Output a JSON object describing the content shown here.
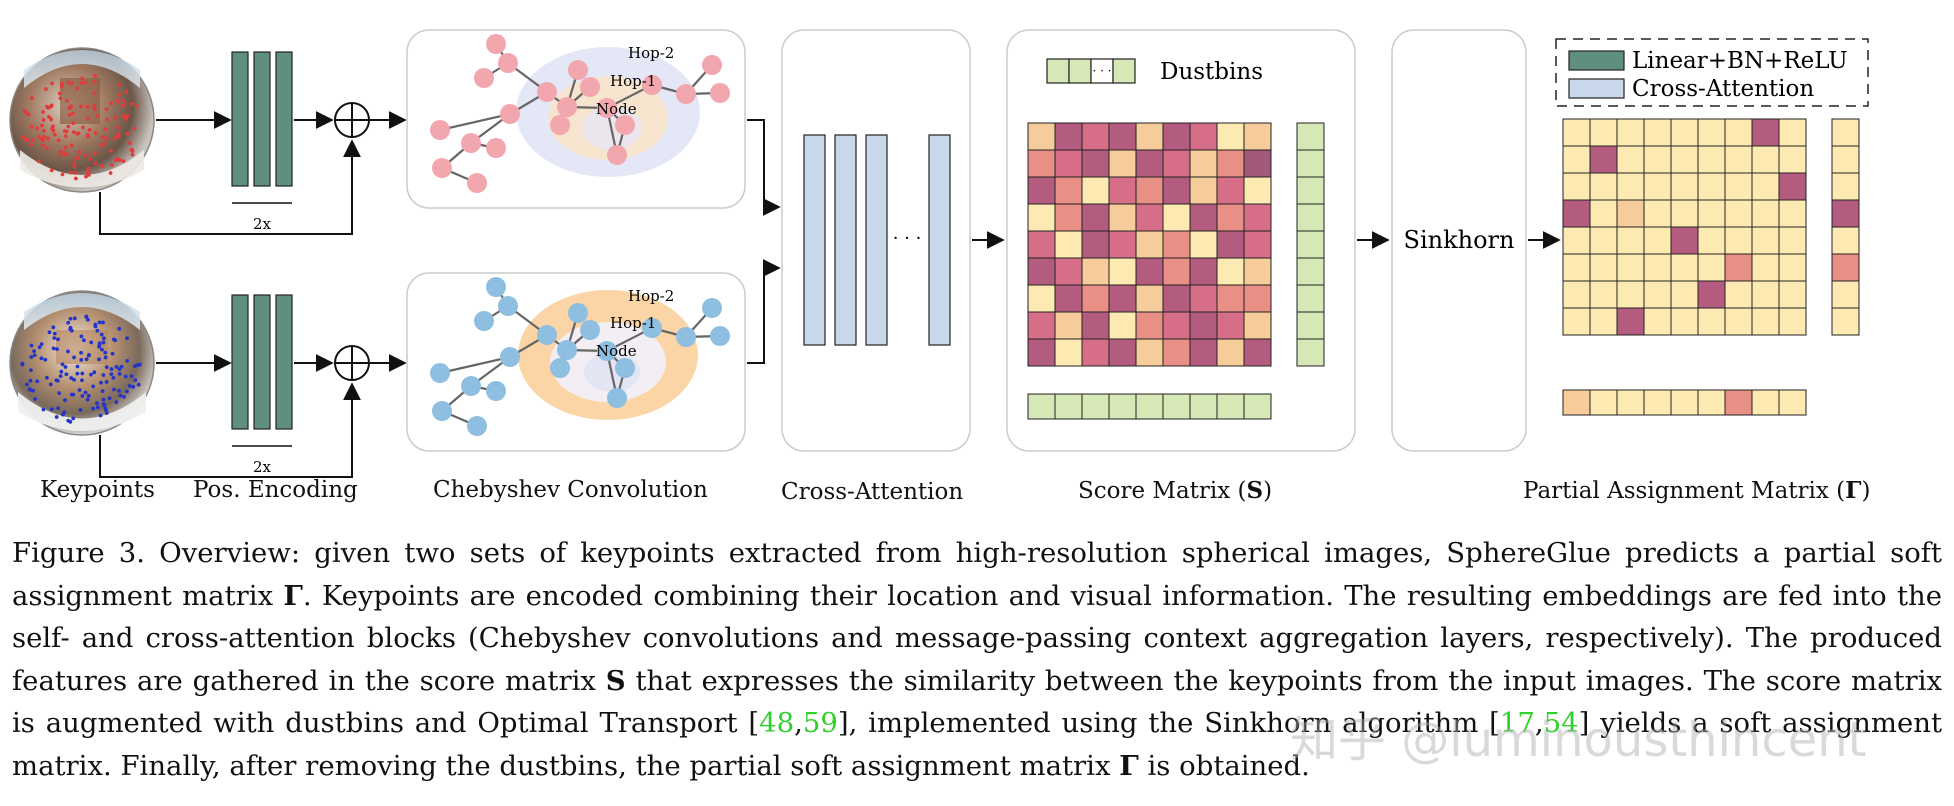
{
  "figure": {
    "labels": {
      "keypoints": "Keypoints",
      "pos_encoding": "Pos. Encoding",
      "chebyshev": "Chebyshev Convolution",
      "cross_attention": "Cross-Attention",
      "score_matrix": "Score Matrix (",
      "score_symbol": "S",
      "partial_assignment": "Partial Assignment Matrix (",
      "gamma_symbol": "Γ",
      "close_paren": ")",
      "dustbins": "Dustbins",
      "sinkhorn": "Sinkhorn",
      "repeat": "2x",
      "hop2": "Hop-2",
      "hop1": "Hop-1",
      "node": "Node",
      "ellipsis": "· · ·"
    },
    "legend": [
      {
        "label": "Linear+BN+ReLU",
        "color": "#5f8f7e"
      },
      {
        "label": "Cross-Attention",
        "color": "#c8d7ea"
      }
    ],
    "colors": {
      "encoder_block": "#5f8f7e",
      "attention_block": "#c8d7ea",
      "dustbin": "#d5e8b5",
      "keypoints_top": "#e23b3b",
      "keypoints_bottom": "#2534c8",
      "graph_top_node": "#f2a7ae",
      "graph_bottom_node": "#8fbfe0",
      "hop_lavender": "#e4e7f5",
      "hop_peach": "#fbe4c6",
      "hop_orange": "#fbd5a6"
    },
    "score_palette": [
      "#fde9b2",
      "#f6cc9b",
      "#e88f86",
      "#d66e88",
      "#b45c7f",
      "#a15a79"
    ],
    "score_matrix": [
      [
        1,
        4,
        3,
        4,
        1,
        4,
        3,
        0,
        1
      ],
      [
        2,
        3,
        4,
        1,
        4,
        3,
        1,
        2,
        5
      ],
      [
        4,
        2,
        0,
        3,
        2,
        4,
        1,
        3,
        0
      ],
      [
        0,
        2,
        4,
        1,
        3,
        0,
        4,
        2,
        3
      ],
      [
        3,
        0,
        4,
        3,
        1,
        2,
        0,
        4,
        3
      ],
      [
        4,
        3,
        1,
        0,
        4,
        2,
        4,
        0,
        1
      ],
      [
        0,
        4,
        2,
        4,
        1,
        4,
        3,
        2,
        2
      ],
      [
        3,
        1,
        4,
        0,
        2,
        3,
        4,
        3,
        1
      ],
      [
        4,
        0,
        3,
        4,
        1,
        2,
        4,
        1,
        4
      ]
    ],
    "assignment_matrix": [
      [
        0,
        0,
        0,
        0,
        0,
        0,
        0,
        4,
        0
      ],
      [
        0,
        4,
        0,
        0,
        0,
        0,
        0,
        0,
        0
      ],
      [
        0,
        0,
        0,
        0,
        0,
        0,
        0,
        0,
        4
      ],
      [
        4,
        0,
        1,
        0,
        0,
        0,
        0,
        0,
        0
      ],
      [
        0,
        0,
        0,
        0,
        4,
        0,
        0,
        0,
        0
      ],
      [
        0,
        0,
        0,
        0,
        0,
        0,
        2,
        0,
        0
      ],
      [
        0,
        0,
        0,
        0,
        0,
        4,
        0,
        0,
        0
      ],
      [
        0,
        0,
        4,
        0,
        0,
        0,
        0,
        0,
        0
      ]
    ],
    "assignment_column": [
      0,
      0,
      0,
      4,
      0,
      2,
      0,
      0
    ],
    "assignment_row": [
      1,
      0,
      0,
      0,
      0,
      0,
      2,
      0,
      0
    ]
  },
  "caption": {
    "prefix": "Figure 3.  Overview:  given two sets of keypoints extracted from high-resolution spherical images, SphereGlue predicts a partial soft assignment matrix ",
    "gamma": "Γ",
    "part2": ". Keypoints are encoded combining their location and visual information. The resulting embeddings are fed into the self- and cross-attention blocks (Chebyshev convolutions and message-passing context aggregation layers, respectively). The produced features are gathered in the score matrix ",
    "s": "S",
    "part3": " that expresses the similarity between the keypoints from the input images. The score matrix is augmented with dustbins and Optimal Transport [",
    "cite1": "48",
    "comma": ",",
    "cite2": "59",
    "part4": "], implemented using the Sinkhorn algorithm [",
    "cite3": "17",
    "cite4": "54",
    "part5": "] yields a soft assignment matrix. Finally, after removing the dustbins, the partial soft assignment matrix ",
    "gamma2": "Γ",
    "part6": " is obtained."
  },
  "watermark": "知乎 @luminousthincent"
}
